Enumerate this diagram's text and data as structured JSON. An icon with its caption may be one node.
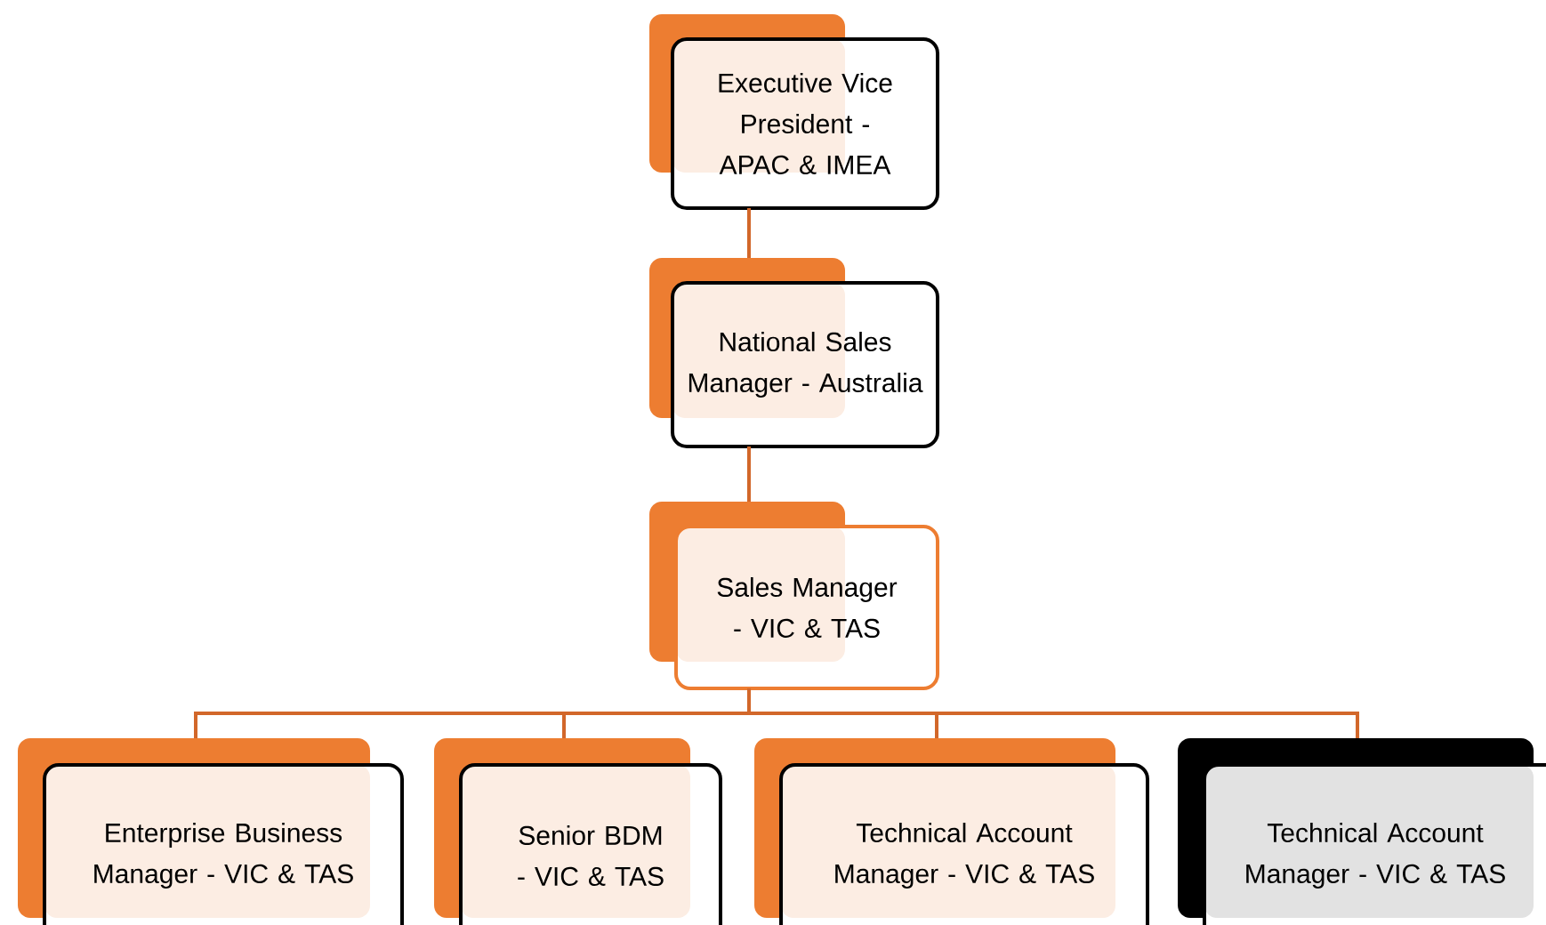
{
  "diagram": {
    "nodes": [
      {
        "text": [
          "Executive Vice President - APAC & IMEA"
        ]
      },
      {
        "text": [
          "National Sales Manager - Australia"
        ]
      },
      {
        "text": [
          "Sales Manager - VIC & TAS"
        ]
      },
      {
        "text": [
          "Enterprise Business Manager - VIC & TAS"
        ]
      },
      {
        "text": [
          "Senior BDM - VIC & TAS"
        ]
      },
      {
        "text": [
          "Technical Account Manager - VIC & TAS"
        ]
      },
      {
        "text": [
          "Technical Account Manager - VIC & TAS"
        ]
      }
    ],
    "edges": [
      {
        "from": 0,
        "to": 1,
        "arrow": "none"
      },
      {
        "from": 1,
        "to": 2,
        "arrow": "none"
      },
      {
        "from": 2,
        "to": 3,
        "arrow": "none"
      },
      {
        "from": 2,
        "to": 4,
        "arrow": "none"
      },
      {
        "from": 2,
        "to": 5,
        "arrow": "none"
      },
      {
        "from": 2,
        "to": 6,
        "arrow": "none"
      }
    ]
  }
}
